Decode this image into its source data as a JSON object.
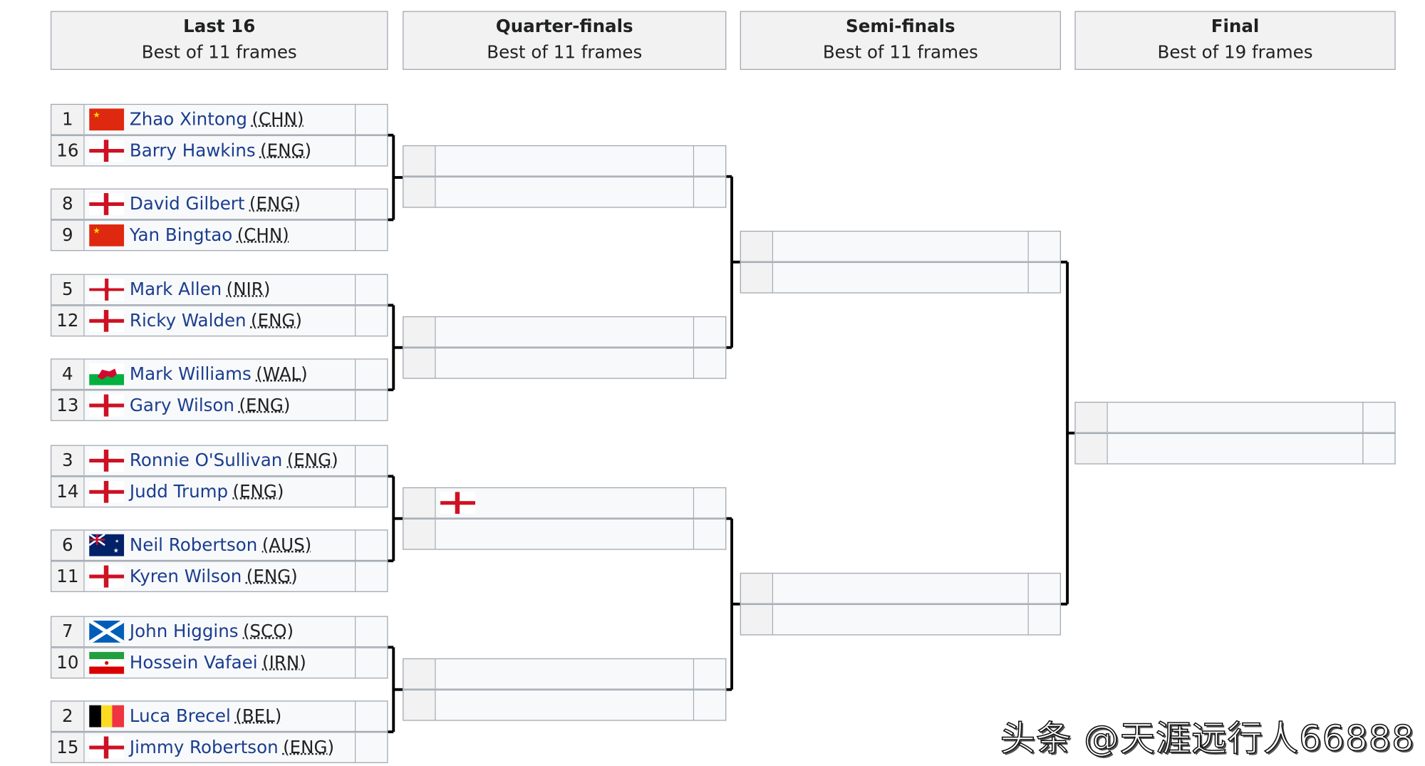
{
  "rounds": [
    {
      "title": "Last 16",
      "subtitle": "Best of 11 frames"
    },
    {
      "title": "Quarter-finals",
      "subtitle": "Best of 11 frames"
    },
    {
      "title": "Semi-finals",
      "subtitle": "Best of 11 frames"
    },
    {
      "title": "Final",
      "subtitle": "Best of 19 frames"
    }
  ],
  "last16": [
    {
      "seed": "1",
      "name": "Zhao Xintong",
      "country": "(CHN)",
      "flag": "CHN"
    },
    {
      "seed": "16",
      "name": "Barry Hawkins",
      "country": "(ENG)",
      "flag": "ENG"
    },
    {
      "seed": "8",
      "name": "David Gilbert",
      "country": "(ENG)",
      "flag": "ENG"
    },
    {
      "seed": "9",
      "name": "Yan Bingtao",
      "country": "(CHN)",
      "flag": "CHN"
    },
    {
      "seed": "5",
      "name": "Mark Allen",
      "country": "(NIR)",
      "flag": "NIR"
    },
    {
      "seed": "12",
      "name": "Ricky Walden",
      "country": "(ENG)",
      "flag": "ENG"
    },
    {
      "seed": "4",
      "name": "Mark Williams",
      "country": "(WAL)",
      "flag": "WAL"
    },
    {
      "seed": "13",
      "name": "Gary Wilson",
      "country": "(ENG)",
      "flag": "ENG"
    },
    {
      "seed": "3",
      "name": "Ronnie O'Sullivan",
      "country": "(ENG)",
      "flag": "ENG"
    },
    {
      "seed": "14",
      "name": "Judd Trump",
      "country": "(ENG)",
      "flag": "ENG"
    },
    {
      "seed": "6",
      "name": "Neil Robertson",
      "country": "(AUS)",
      "flag": "AUS"
    },
    {
      "seed": "11",
      "name": "Kyren Wilson",
      "country": "(ENG)",
      "flag": "ENG"
    },
    {
      "seed": "7",
      "name": "John Higgins",
      "country": "(SCO)",
      "flag": "SCO"
    },
    {
      "seed": "10",
      "name": "Hossein Vafaei",
      "country": "(IRN)",
      "flag": "IRN"
    },
    {
      "seed": "2",
      "name": "Luca Brecel",
      "country": "(BEL)",
      "flag": "BEL"
    },
    {
      "seed": "15",
      "name": "Jimmy Robertson",
      "country": "(ENG)",
      "flag": "ENG"
    }
  ],
  "quarterfinals": [
    {
      "top_flag": null
    },
    {
      "top_flag": null
    },
    {
      "top_flag": "ENG"
    },
    {
      "top_flag": null
    }
  ],
  "watermark": "头条 @天涯远行人66888"
}
